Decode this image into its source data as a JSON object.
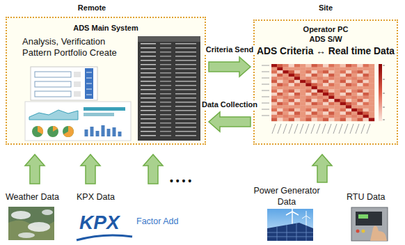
{
  "diagram": {
    "nodes": [
      {
        "text": [
          "Remote",
          "ADS Main System",
          "Analysis, Verification Pattern Portfolio Create"
        ]
      },
      {
        "text": [
          "Site",
          "Operator PC",
          "ADS S/W",
          "ADS Criteria ↔ Real time Data"
        ]
      }
    ],
    "edges": [
      {
        "from": 0,
        "to": 1,
        "label": "Criteria Send",
        "arrow": "to"
      },
      {
        "from": 1,
        "to": 0,
        "label": "Data Collection",
        "arrow": "to"
      }
    ],
    "labels": [
      "Weather Data",
      "KPX Data",
      "• • • •",
      "Factor Add",
      "KPX",
      "Power Generator Data",
      "RTU Data"
    ]
  }
}
